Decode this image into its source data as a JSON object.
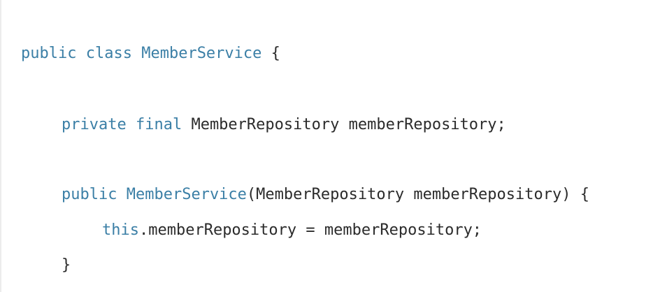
{
  "code": {
    "line1": {
      "kw_public": "public",
      "kw_class": "class",
      "class_name": "MemberService",
      "open_brace": " {"
    },
    "line2": {
      "kw_private": "private",
      "kw_final": "final",
      "field_decl": " MemberRepository memberRepository;"
    },
    "line3": {
      "kw_public": "public",
      "ctor_name": "MemberService",
      "params": "(MemberRepository memberRepository) {"
    },
    "line4": {
      "kw_this": "this",
      "assignment": ".memberRepository = memberRepository;"
    },
    "line5": {
      "close_brace": "}"
    }
  },
  "colors": {
    "keyword": "#3b7fa6",
    "text": "#2b2b2b",
    "background": "#ffffff"
  }
}
